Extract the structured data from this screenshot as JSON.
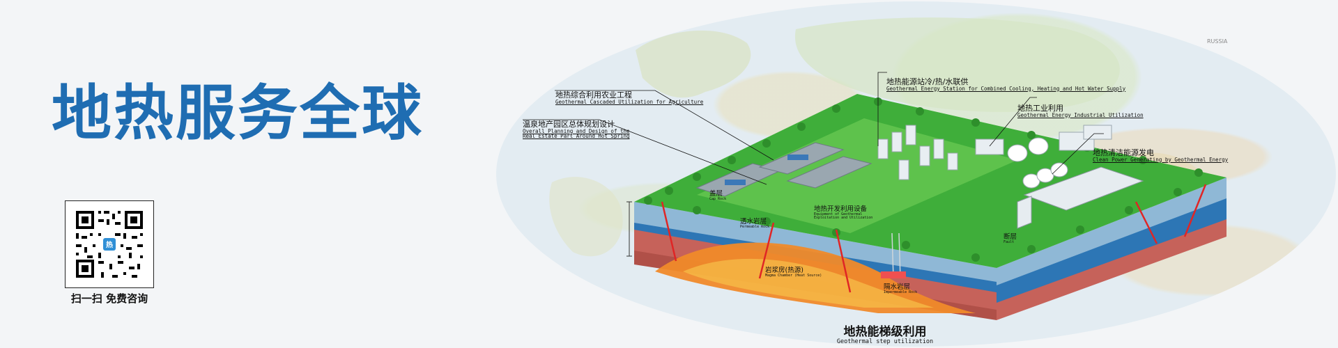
{
  "banner": {
    "headline": "地热服务全球",
    "qr_caption": "扫一扫 免费咨询",
    "qr_logo_text": "热"
  },
  "map": {
    "region_labels": [
      "RUSSIA"
    ]
  },
  "diagram": {
    "title_cn": "地热能梯级利用",
    "title_en": "Geothermal step utilization",
    "callouts": [
      {
        "cn": "地热综合利用农业工程",
        "en": "Geothermal Cascaded Utilization for Agriculture"
      },
      {
        "cn": "温泉地产园区总体规划设计",
        "en_line1": "Overall Planning and Design of the",
        "en_line2": "Real Estate Part Around Hot Spring"
      },
      {
        "cn": "地热能源站冷/热/水联供",
        "en": "Geothermal Energy Station for Combined Cooling, Heating and Hot Water Supply"
      },
      {
        "cn": "地热工业利用",
        "en": "Geothermal Energy Industrial Utilization"
      },
      {
        "cn": "地热清洁能源发电",
        "en": "Clean Power Generating by Geothermal Energy"
      }
    ],
    "layers": [
      {
        "cn": "盖层",
        "en": "Cap Rock"
      },
      {
        "cn": "透水岩层",
        "en": "Permeable Rock"
      },
      {
        "cn": "地热开发利用设备",
        "en_line1": "Equipment of Geothermal",
        "en_line2": "Exploitation and Utilization"
      },
      {
        "cn": "断层",
        "en": "Fault"
      },
      {
        "cn": "岩浆房(热源)",
        "en": "Magma Chamber (Heat Source)"
      },
      {
        "cn": "隔水岩层",
        "en": "Impermeable Rock"
      }
    ]
  },
  "colors": {
    "headline": "#1f6db2",
    "grass": "#3fae3a",
    "cap_rock": "#8fb8d6",
    "permeable": "#2d76b5",
    "impermeable": "#c6625a",
    "magma": "#f08a2a"
  }
}
